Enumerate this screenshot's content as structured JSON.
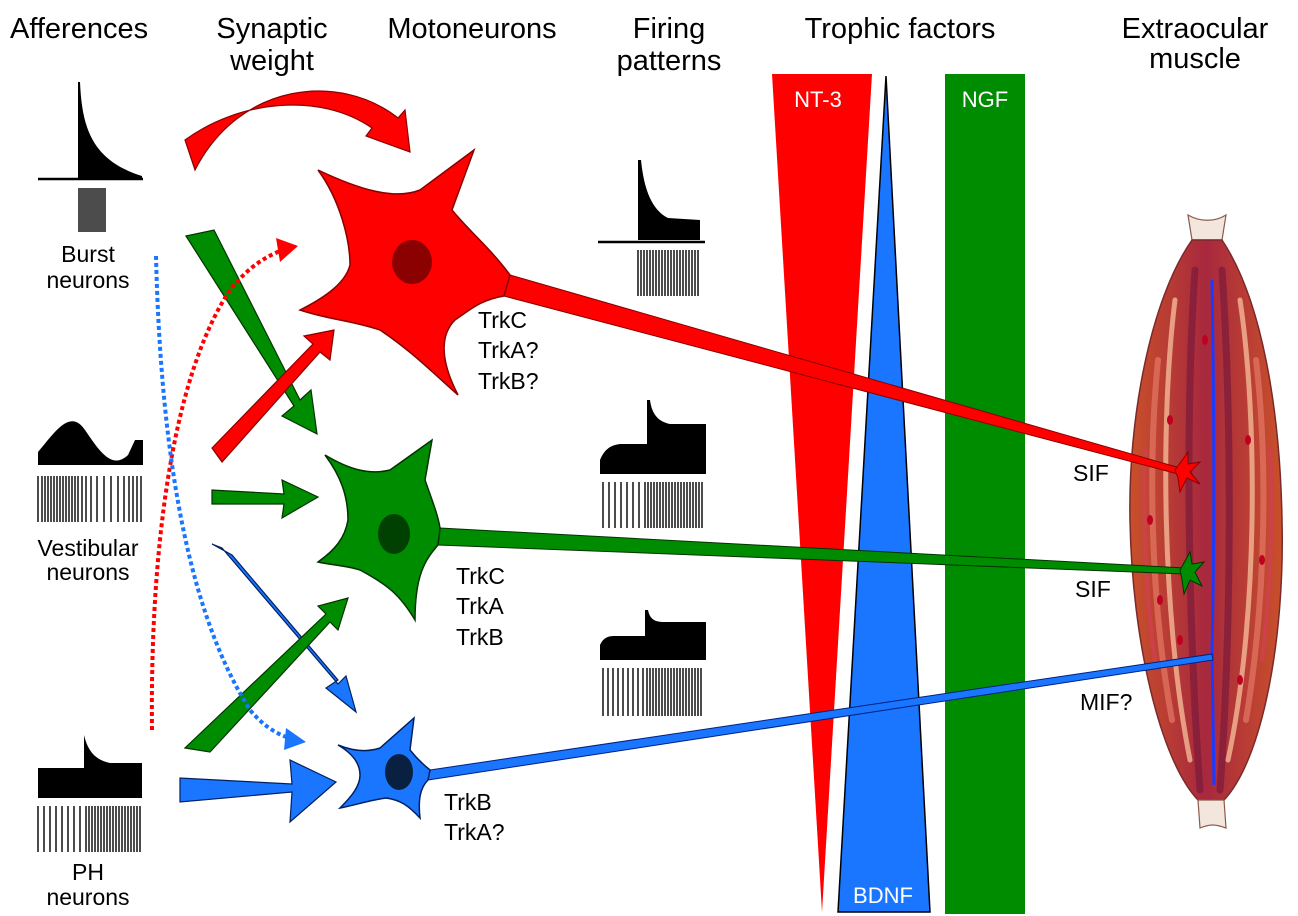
{
  "headers": {
    "afferences": [
      "Afferences"
    ],
    "synaptic_weight": [
      "Synaptic",
      "weight"
    ],
    "motoneurons": [
      "Motoneurons"
    ],
    "firing_patterns": [
      "Firing",
      "patterns"
    ],
    "trophic_factors": [
      "Trophic factors"
    ],
    "extraocular_muscle": [
      "Extraocular",
      "muscle"
    ]
  },
  "afferent_labels": {
    "burst": [
      "Burst",
      "neurons"
    ],
    "vestibular": [
      "Vestibular",
      "neurons"
    ],
    "ph": [
      "PH",
      "neurons"
    ]
  },
  "motoneuron_receptors": {
    "red": [
      "TrkC",
      "TrkA?",
      "TrkB?"
    ],
    "green": [
      "TrkC",
      "TrkA",
      "TrkB"
    ],
    "blue": [
      "TrkB",
      "TrkA?"
    ]
  },
  "trophic_factors": {
    "nt3": "NT-3",
    "bdnf": "BDNF",
    "ngf": "NGF"
  },
  "fiber_types": {
    "red": "SIF",
    "green": "SIF",
    "blue": "MIF?"
  },
  "colors": {
    "red": "#ff0000",
    "green": "#008c00",
    "blue": "#1a75ff",
    "black": "#000000"
  }
}
